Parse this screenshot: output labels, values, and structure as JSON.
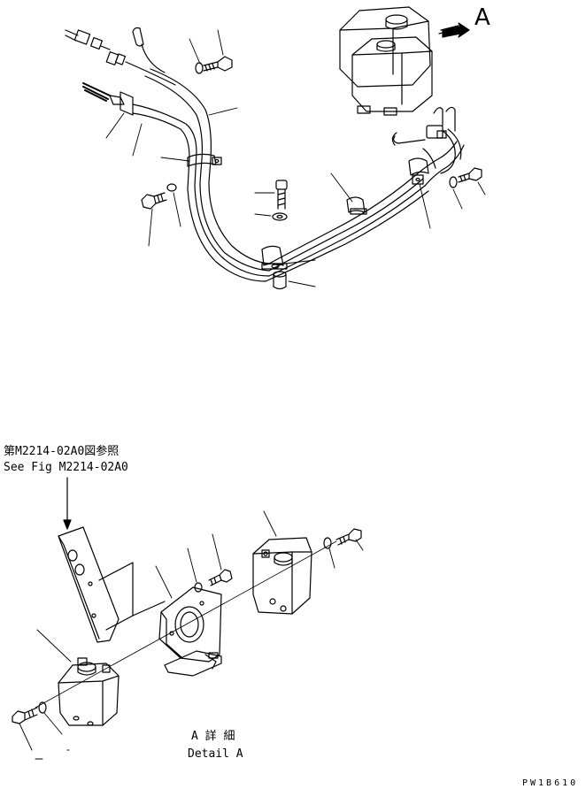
{
  "view_label": "A",
  "reference_note": {
    "line1": "第M2214-02A0図参照",
    "line2": "See Fig M2214-02A0"
  },
  "detail_caption": {
    "line1": "A 詳 細",
    "line2": "Detail A"
  },
  "drawing_code": "PW1B610"
}
